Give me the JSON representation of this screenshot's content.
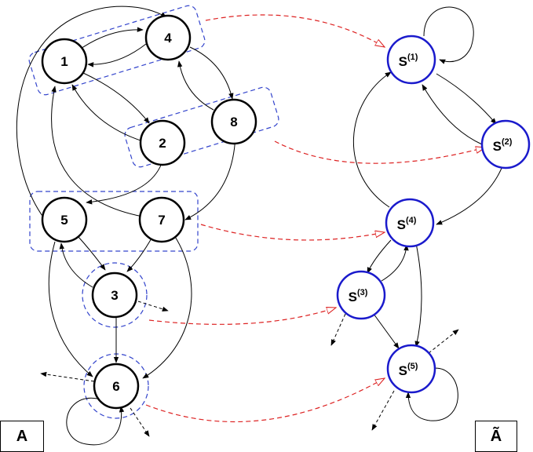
{
  "graph_a": {
    "label": "A",
    "nodes": [
      "1",
      "4",
      "8",
      "2",
      "5",
      "7",
      "3",
      "6"
    ]
  },
  "graph_a_tilde": {
    "label": "Ã",
    "nodes": [
      {
        "base": "S",
        "index": "(1)"
      },
      {
        "base": "S",
        "index": "(2)"
      },
      {
        "base": "S",
        "index": "(4)"
      },
      {
        "base": "S",
        "index": "(3)"
      },
      {
        "base": "S",
        "index": "(5)"
      }
    ]
  },
  "colors": {
    "node_stroke": "#000000",
    "supernode_stroke": "#1a1acc",
    "group_outline": "#3344cc",
    "mapping_arrow": "#dd2222"
  }
}
